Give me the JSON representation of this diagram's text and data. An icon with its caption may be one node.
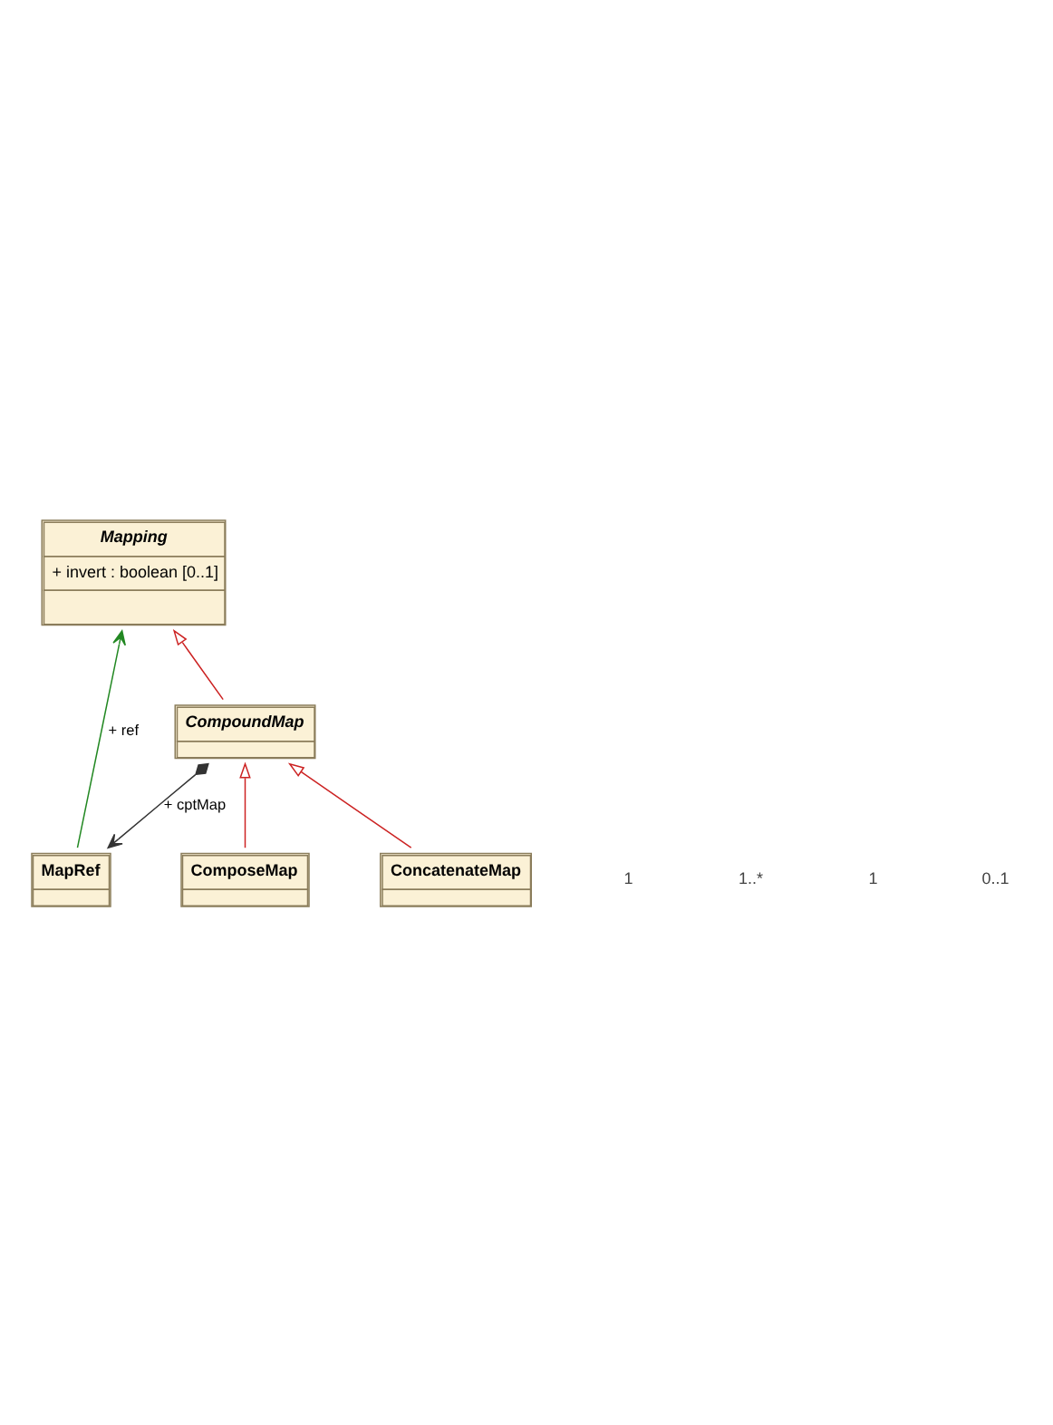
{
  "diagram": {
    "nodes": [
      {
        "text": [
          "Mapping",
          "+ invert : boolean [0..1]"
        ]
      },
      {
        "text": [
          "CompoundMap"
        ]
      },
      {
        "text": [
          "MapRef"
        ]
      },
      {
        "text": [
          "ComposeMap"
        ]
      },
      {
        "text": [
          "ConcatenateMap"
        ]
      }
    ],
    "edges": [
      {
        "from": 1,
        "to": 0,
        "arrow": "to",
        "color": "#cc2222"
      },
      {
        "from": 1,
        "to": 2,
        "arrow": "to",
        "label": "+ cptMap",
        "color": "#333333"
      },
      {
        "from": 2,
        "to": 0,
        "arrow": "to",
        "label": "+ ref",
        "color": "#228822"
      },
      {
        "from": 3,
        "to": 1,
        "arrow": "to",
        "color": "#cc2222"
      },
      {
        "from": 4,
        "to": 1,
        "arrow": "to",
        "color": "#cc2222"
      }
    ],
    "labels": [
      "1",
      "1..*",
      "1",
      "0..1"
    ]
  }
}
